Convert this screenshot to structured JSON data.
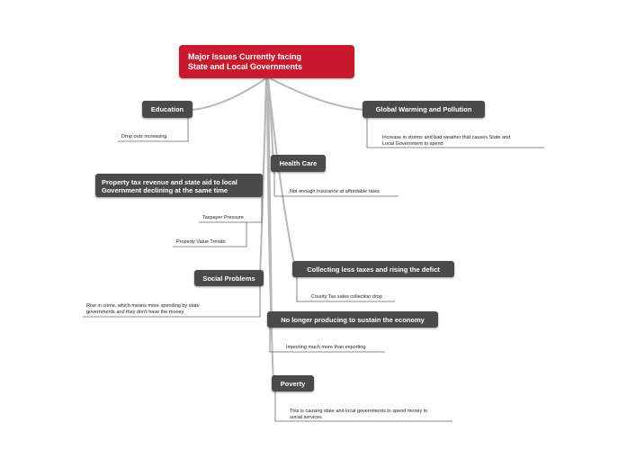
{
  "root": {
    "line1": "Major Issues Currently facing",
    "line2": "State and Local Governments"
  },
  "topics": {
    "education": {
      "label": "Education",
      "sub": "Drop outs increasing"
    },
    "global_warming": {
      "label": "Global Warming and Pollution",
      "sub_line1": "Increase in storms and bad weather that causes State and",
      "sub_line2": "Local Government to spend"
    },
    "health_care": {
      "label": "Health Care",
      "sub": "Not enough Insurance at affordable rates"
    },
    "property_tax": {
      "line1": "Property tax revenue and state aid to local",
      "line2": "Government declining at the same time",
      "sub1": "Taxpayer Pressure",
      "sub2": "Property Value Trends"
    },
    "collecting_taxes": {
      "label": "Collecting less taxes and rising the defict",
      "sub": "County Tax sales collection drop"
    },
    "social_problems": {
      "label": "Social Problems",
      "sub_line1": "Rise in crime, which means more spending by state",
      "sub_line2": "governments and they don't have the money"
    },
    "economy": {
      "label": "No longer producing to sustain the economy",
      "sub": "Importing much more than exporting"
    },
    "poverty": {
      "label": "Poverty",
      "sub_line1": "This is causing state and local governments to spend money in",
      "sub_line2": "social services"
    }
  },
  "colors": {
    "root": "#c8192f",
    "topic": "#4a4a4a",
    "connector": "#b8b8b8",
    "subline": "#666666"
  }
}
